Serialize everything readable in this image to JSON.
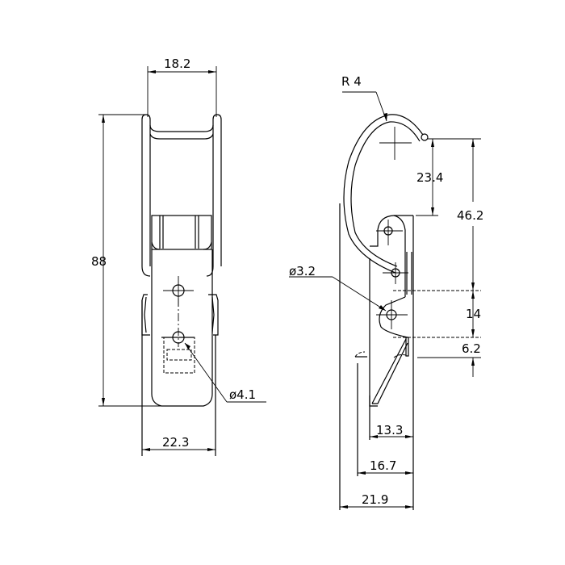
{
  "drawing": {
    "title": "Toggle latch technical drawing",
    "line_color": "#000000",
    "background": "#ffffff"
  },
  "front_view": {
    "dimensions": {
      "top_width": "18.2",
      "overall_height": "88",
      "bottom_width": "22.3",
      "hole_diameter": "ø4.1"
    }
  },
  "side_view": {
    "dimensions": {
      "radius": "R 4",
      "hook_drop": "23.4",
      "hook_to_pivot": "46.2",
      "pivot_hole_diameter": "ø3.2",
      "pivot_spacing": "14",
      "lower_offset": "6.2",
      "depth_inner": "13.3",
      "depth_mid": "16.7",
      "depth_overall": "21.9"
    }
  }
}
